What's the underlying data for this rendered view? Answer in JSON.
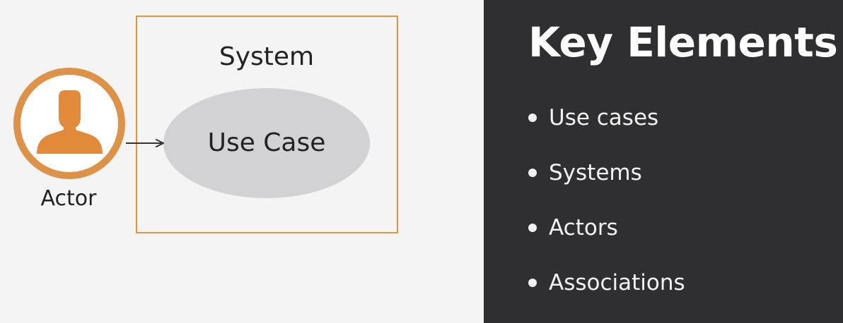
{
  "diagram": {
    "system_label": "System",
    "use_case_label": "Use Case",
    "actor_label": "Actor",
    "actor_icon": "person-silhouette-icon",
    "association_icon": "arrow-right-icon",
    "colors": {
      "system_border": "#e5913d",
      "actor_ring": "#de9245",
      "actor_figure": "#e08a3a",
      "use_case_fill": "#d2d2d4",
      "arrow": "#333333"
    }
  },
  "panel": {
    "title": "Key Elements",
    "items": [
      {
        "label": "Use cases"
      },
      {
        "label": "Systems"
      },
      {
        "label": "Actors"
      },
      {
        "label": "Associations"
      }
    ],
    "colors": {
      "background": "#2f2f31",
      "text": "#ffffff"
    }
  }
}
